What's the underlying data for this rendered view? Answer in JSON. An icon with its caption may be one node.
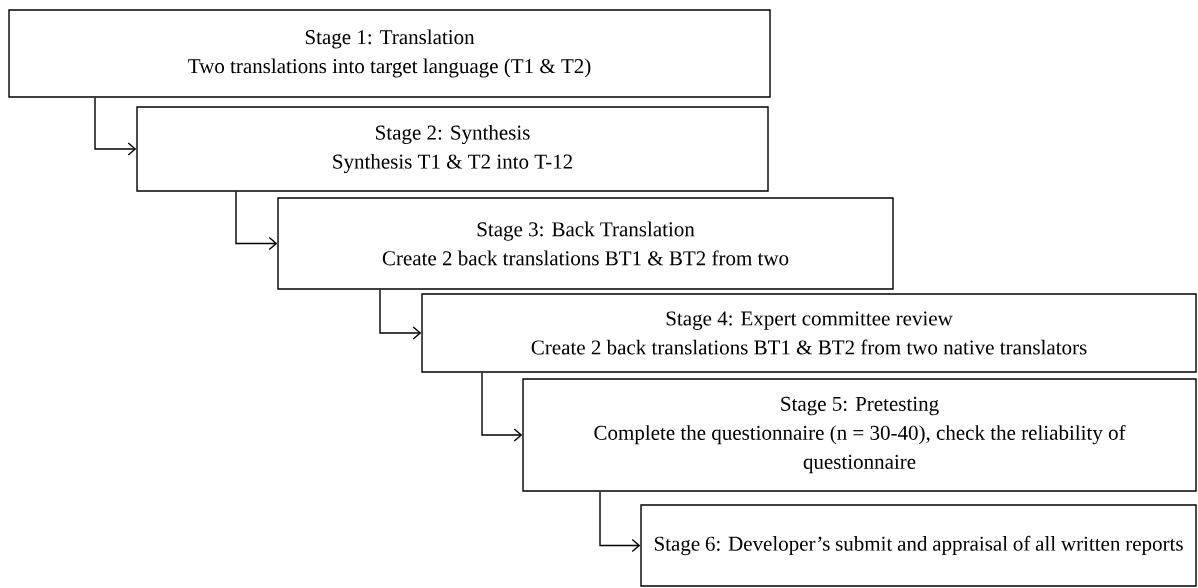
{
  "diagram": {
    "nodes": [
      {
        "text": [
          "Stage 1: Translation",
          "Two translations into target language (T1 & T2)"
        ]
      },
      {
        "text": [
          "Stage 2: Synthesis",
          "Synthesis T1 & T2 into T-12"
        ]
      },
      {
        "text": [
          "Stage 3: Back Translation",
          "Create 2 back translations BT1 & BT2 from two"
        ]
      },
      {
        "text": [
          "Stage 4: Expert committee review",
          "Create 2 back translations BT1 & BT2 from two native translators"
        ]
      },
      {
        "text": [
          "Stage 5: Pretesting",
          "Complete the questionnaire (n = 30-40), check the reliability of questionnaire"
        ]
      },
      {
        "text": [
          "Stage 6: Developer’s submit and appraisal of all written reports"
        ]
      }
    ],
    "edges": [
      {
        "from": 0,
        "to": 1,
        "arrow": "to"
      },
      {
        "from": 1,
        "to": 2,
        "arrow": "to"
      },
      {
        "from": 2,
        "to": 3,
        "arrow": "to"
      },
      {
        "from": 3,
        "to": 4,
        "arrow": "to"
      },
      {
        "from": 4,
        "to": 5,
        "arrow": "to"
      }
    ]
  }
}
